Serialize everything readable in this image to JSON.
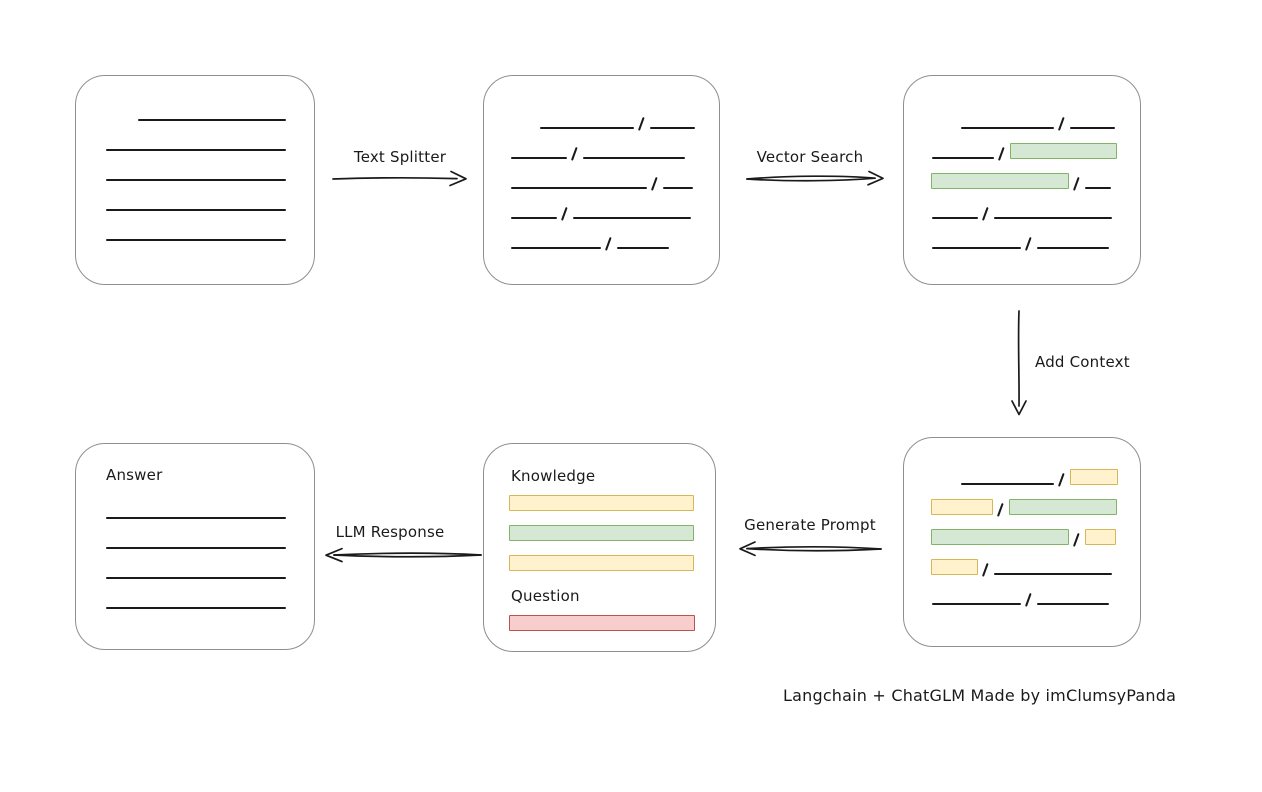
{
  "colors": {
    "line": "#1a1a1a",
    "box_border": "#8f8f8f",
    "green_fill": "#d5e8d4",
    "green_border": "#82b366",
    "yellow_fill": "#fff2cc",
    "yellow_border": "#d6b656",
    "red_fill": "#f8cecc",
    "red_border": "#b85450"
  },
  "caption": "Langchain + ChatGLM Made by imClumsyPanda",
  "arrows": {
    "text_splitter": {
      "label": "Text Splitter"
    },
    "vector_search": {
      "label": "Vector Search"
    },
    "add_context": {
      "label": "Add Context"
    },
    "generate_prompt": {
      "label": "Generate Prompt"
    },
    "llm_response": {
      "label": "LLM Response"
    }
  },
  "nodes": {
    "document": {
      "rows": [
        {
          "indent": 62,
          "segments": [
            {
              "t": "line",
              "w": 148
            }
          ]
        },
        {
          "indent": 30,
          "segments": [
            {
              "t": "line",
              "w": 180
            }
          ]
        },
        {
          "indent": 30,
          "segments": [
            {
              "t": "line",
              "w": 180
            }
          ]
        },
        {
          "indent": 30,
          "segments": [
            {
              "t": "line",
              "w": 180
            }
          ]
        },
        {
          "indent": 30,
          "segments": [
            {
              "t": "line",
              "w": 180
            }
          ]
        }
      ]
    },
    "chunks": {
      "rows": [
        {
          "indent": 56,
          "segments": [
            {
              "t": "line",
              "w": 94
            },
            {
              "t": "line",
              "w": 45
            }
          ]
        },
        {
          "indent": 27,
          "segments": [
            {
              "t": "line",
              "w": 56
            },
            {
              "t": "line",
              "w": 102
            }
          ]
        },
        {
          "indent": 27,
          "segments": [
            {
              "t": "line",
              "w": 136
            },
            {
              "t": "line",
              "w": 30
            }
          ]
        },
        {
          "indent": 27,
          "segments": [
            {
              "t": "line",
              "w": 46
            },
            {
              "t": "line",
              "w": 118
            }
          ]
        },
        {
          "indent": 27,
          "segments": [
            {
              "t": "line",
              "w": 90
            },
            {
              "t": "line",
              "w": 52
            }
          ]
        }
      ]
    },
    "search_results": {
      "rows": [
        {
          "indent": 57,
          "segments": [
            {
              "t": "line",
              "w": 93
            },
            {
              "t": "line",
              "w": 45
            }
          ]
        },
        {
          "indent": 28,
          "segments": [
            {
              "t": "line",
              "w": 62
            },
            {
              "t": "green",
              "w": 107
            }
          ]
        },
        {
          "indent": 27,
          "segments": [
            {
              "t": "green",
              "w": 138
            },
            {
              "t": "line",
              "w": 26
            }
          ]
        },
        {
          "indent": 28,
          "segments": [
            {
              "t": "line",
              "w": 46
            },
            {
              "t": "line",
              "w": 118
            }
          ]
        },
        {
          "indent": 28,
          "segments": [
            {
              "t": "line",
              "w": 89
            },
            {
              "t": "line",
              "w": 72
            }
          ]
        }
      ]
    },
    "context": {
      "rows": [
        {
          "indent": 57,
          "segments": [
            {
              "t": "line",
              "w": 93
            },
            {
              "t": "yellow",
              "w": 48
            }
          ]
        },
        {
          "indent": 27,
          "segments": [
            {
              "t": "yellow",
              "w": 62
            },
            {
              "t": "green",
              "w": 108
            }
          ]
        },
        {
          "indent": 27,
          "segments": [
            {
              "t": "green",
              "w": 138
            },
            {
              "t": "yellow",
              "w": 31
            }
          ]
        },
        {
          "indent": 27,
          "segments": [
            {
              "t": "yellow",
              "w": 47
            },
            {
              "t": "line",
              "w": 118
            }
          ]
        },
        {
          "indent": 28,
          "segments": [
            {
              "t": "line",
              "w": 89
            },
            {
              "t": "line",
              "w": 72
            }
          ]
        }
      ]
    },
    "prompt": {
      "knowledge_label": "Knowledge",
      "question_label": "Question",
      "knowledge_bars": [
        {
          "indent": 25,
          "segments": [
            {
              "t": "yellow",
              "w": 185
            }
          ]
        },
        {
          "indent": 25,
          "segments": [
            {
              "t": "green",
              "w": 185
            }
          ]
        },
        {
          "indent": 25,
          "segments": [
            {
              "t": "yellow",
              "w": 185
            }
          ]
        }
      ],
      "question_bars": [
        {
          "indent": 25,
          "segments": [
            {
              "t": "red",
              "w": 186
            }
          ]
        }
      ]
    },
    "answer": {
      "label": "Answer",
      "rows": [
        {
          "indent": 30,
          "segments": [
            {
              "t": "line",
              "w": 180
            }
          ]
        },
        {
          "indent": 30,
          "segments": [
            {
              "t": "line",
              "w": 180
            }
          ]
        },
        {
          "indent": 30,
          "segments": [
            {
              "t": "line",
              "w": 180
            }
          ]
        },
        {
          "indent": 30,
          "segments": [
            {
              "t": "line",
              "w": 180
            }
          ]
        }
      ]
    }
  }
}
